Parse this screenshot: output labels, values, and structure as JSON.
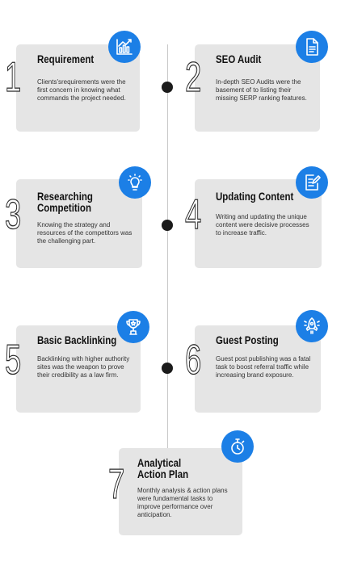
{
  "accent_color": "#1c7fe6",
  "steps": [
    {
      "number": "1",
      "title": "Requirement",
      "icon": "chart-icon",
      "description": "Clients'srequirements were the first concern in knowing what commands the project needed."
    },
    {
      "number": "2",
      "title": "SEO Audit",
      "icon": "document-icon",
      "description": "In-depth SEO Audits were the basement of to listing their missing SERP ranking features."
    },
    {
      "number": "3",
      "title": "Researching Competition",
      "icon": "lightbulb-icon",
      "description": "Knowing the strategy and resources of the competitors was the challenging part."
    },
    {
      "number": "4",
      "title": "Updating Content",
      "icon": "edit-document-icon",
      "description": "Writing and updating the unique content were decisive processes to increase traffic."
    },
    {
      "number": "5",
      "title": "Basic Backlinking",
      "icon": "trophy-icon",
      "description": "Backlinking with higher authority sites was the weapon to prove their credibility as a law firm."
    },
    {
      "number": "6",
      "title": "Guest Posting",
      "icon": "rocket-icon",
      "description": "Guest post publishing was a fatal task to boost referral traffic while increasing brand exposure."
    },
    {
      "number": "7",
      "title": "Analytical Action Plan",
      "icon": "stopwatch-icon",
      "description": "Monthly analysis & action plans were fundamental tasks to improve performance over anticipation."
    }
  ]
}
